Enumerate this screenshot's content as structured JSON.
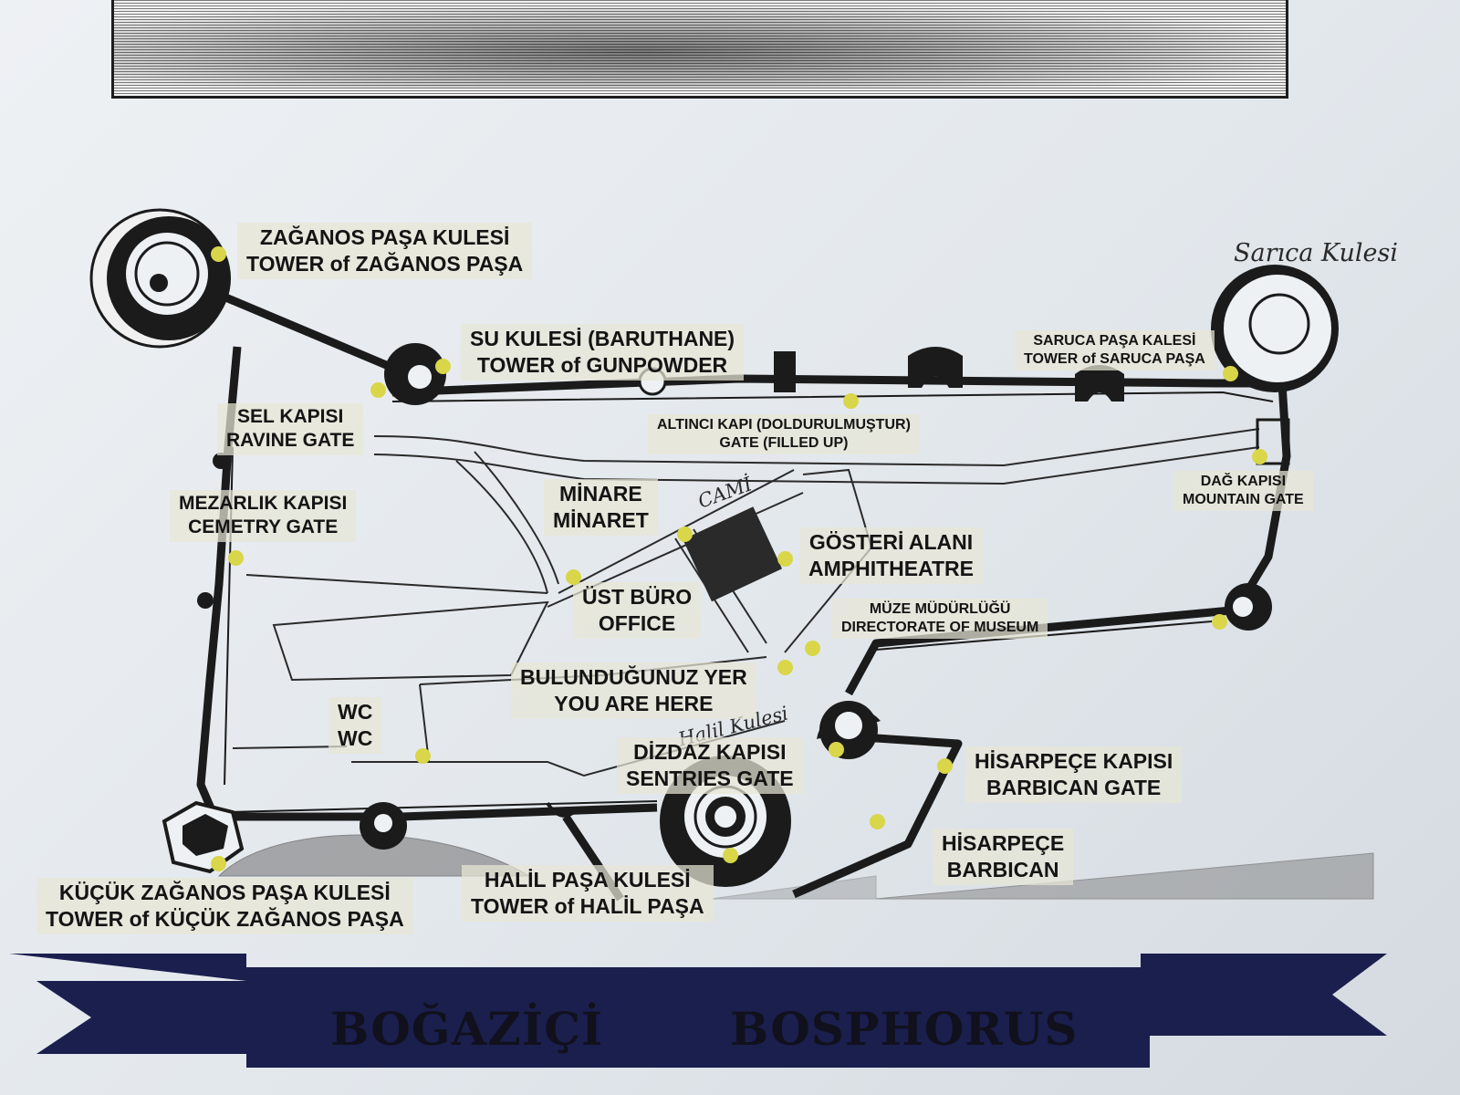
{
  "map": {
    "labels": {
      "zaganos_tr": "ZAĞANOS PAŞA KULESİ",
      "zaganos_en": "TOWER of ZAĞANOS PAŞA",
      "su_tr": "SU KULESİ (BARUTHANE)",
      "su_en": "TOWER of GUNPOWDER",
      "saruca_tr": "SARUCA PAŞA KALESİ",
      "saruca_en": "TOWER of SARUCA PAŞA",
      "sel_tr": "SEL KAPISI",
      "sel_en": "RAVINE GATE",
      "altinci_tr": "ALTINCI KAPI (DOLDURULMUŞTUR)",
      "altinci_en": "GATE (FILLED UP)",
      "dag_tr": "DAĞ KAPISI",
      "dag_en": "MOUNTAIN GATE",
      "mezarlik_tr": "MEZARLIK KAPISI",
      "mezarlik_en": "CEMETRY GATE",
      "minare_tr": "MİNARE",
      "minare_en": "MİNARET",
      "gosteri_tr": "GÖSTERİ ALANI",
      "gosteri_en": "AMPHITHEATRE",
      "ust_tr": "ÜST BÜRO",
      "ust_en": "OFFICE",
      "muze_tr": "MÜZE MÜDÜRLÜĞÜ",
      "muze_en": "DIRECTORATE OF MUSEUM",
      "bulundugunuz_tr": "BULUNDUĞUNUZ YER",
      "bulundugunuz_en": "YOU ARE HERE",
      "wc_tr": "WC",
      "wc_en": "WC",
      "dizdaz_tr": "DİZDAZ KAPISI",
      "dizdaz_en": "SENTRIES GATE",
      "hisarpece_kapi_tr": "HİSARPEÇE KAPISI",
      "hisarpece_kapi_en": "BARBICAN GATE",
      "hisarpece_tr": "HİSARPEÇE",
      "hisarpece_en": "BARBICAN",
      "halil_tr": "HALİL PAŞA KULESİ",
      "halil_en": "TOWER of HALİL PAŞA",
      "kucuk_tr": "KÜÇÜK ZAĞANOS PAŞA KULESİ",
      "kucuk_en": "TOWER of KÜÇÜK ZAĞANOS PAŞA"
    },
    "handwritten": {
      "sarica": "Sarıca Kulesi",
      "cami": "CAMİ",
      "halil": "Halil Kulesi"
    },
    "ribbon": {
      "left": "BOĞAZİÇİ",
      "right": "BOSPHORUS"
    },
    "colors": {
      "wall": "#1b1b1b",
      "marker": "#d9d64a",
      "ribbon": "#1a1f4e",
      "label_bg": "#e8e6d6"
    },
    "icons": [
      "location-marker-icon"
    ]
  }
}
